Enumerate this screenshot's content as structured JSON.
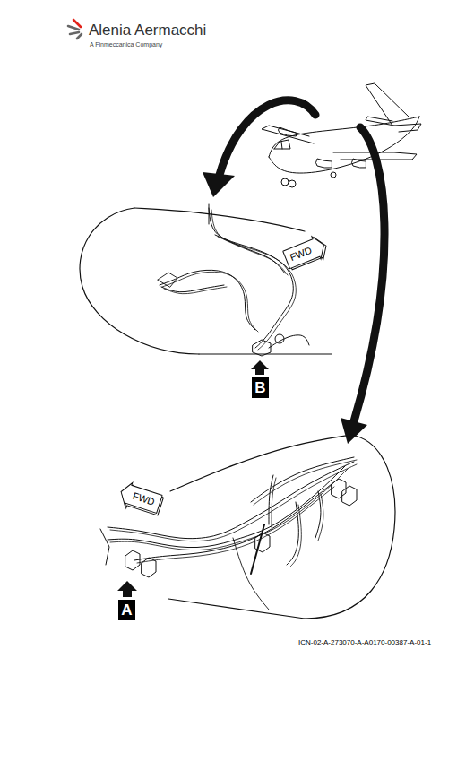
{
  "diagram": {
    "nodes": [
      {
        "text": [
          "FWD"
        ]
      },
      {
        "text": [
          "B"
        ]
      },
      {
        "text": [
          "FWD"
        ]
      },
      {
        "text": [
          "A"
        ]
      }
    ],
    "labels": [
      "Alenia Aermacchi",
      "A Finmeccanica Company",
      "ICN-02-A-273070-A-A0170-00387-A-01-1"
    ]
  }
}
